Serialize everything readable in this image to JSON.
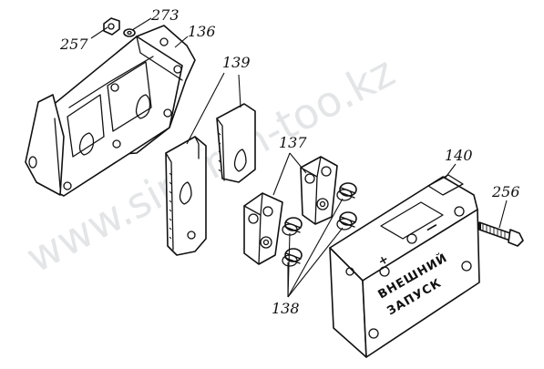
{
  "callouts": {
    "c257": "257",
    "c273": "273",
    "c136": "136",
    "c139": "139",
    "c137": "137",
    "c140": "140",
    "c256": "256",
    "c138": "138"
  },
  "plate": {
    "line1": "ВНЕШНИЙ",
    "line2": "ЗАПУСК",
    "plus": "+",
    "minus": "—"
  },
  "watermark": "www.sinbron-too.kz"
}
